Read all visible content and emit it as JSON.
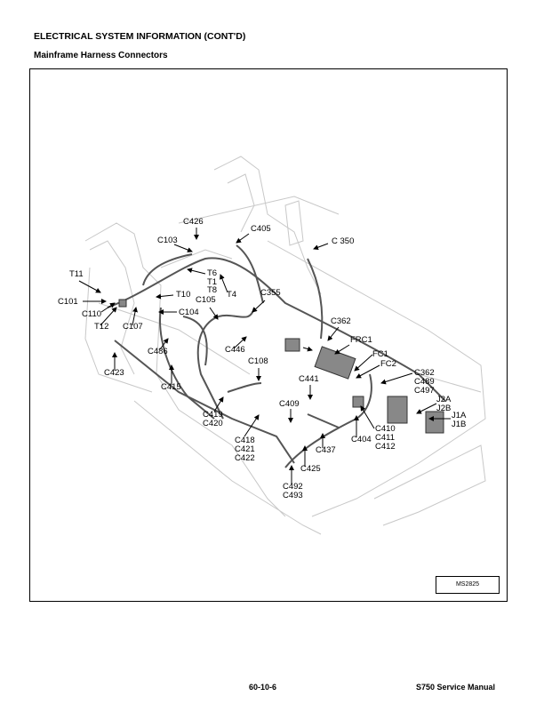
{
  "header": {
    "title": "ELECTRICAL SYSTEM INFORMATION (CONT'D)",
    "subtitle": "Mainframe Harness Connectors"
  },
  "diagram": {
    "figure_id": "MS2825",
    "labels": {
      "c426": "C426",
      "c103": "C103",
      "c405": "C405",
      "c350": "C 350",
      "t11": "T11",
      "t6": "T6",
      "t1": "T1",
      "t8": "T8",
      "t4": "T4",
      "t10": "T10",
      "c355": "C355",
      "c101": "C101",
      "c105": "C105",
      "c104": "C104",
      "c110": "C110",
      "c362a": "C362",
      "t12": "T12",
      "c107": "C107",
      "frc1": "FRC1",
      "c486": "C486",
      "c446": "C446",
      "fc1": "FC1",
      "fc2": "FC2",
      "c108": "C108",
      "c362b": "C362",
      "c489": "C489",
      "c497": "C497",
      "c423": "C423",
      "c441": "C441",
      "c415": "C415",
      "j2a": "J2A",
      "j2b": "J2B",
      "j1a": "J1A",
      "j1b": "J1B",
      "c409": "C409",
      "c419": "C419",
      "c420": "C420",
      "c410": "C410",
      "c411": "C411",
      "c412": "C412",
      "c404": "C404",
      "c418": "C418",
      "c421": "C421",
      "c422": "C422",
      "c437": "C437",
      "c425": "C425",
      "c492": "C492",
      "c493": "C493"
    }
  },
  "footer": {
    "page_number": "60-10-6",
    "manual": "S750 Service Manual"
  }
}
